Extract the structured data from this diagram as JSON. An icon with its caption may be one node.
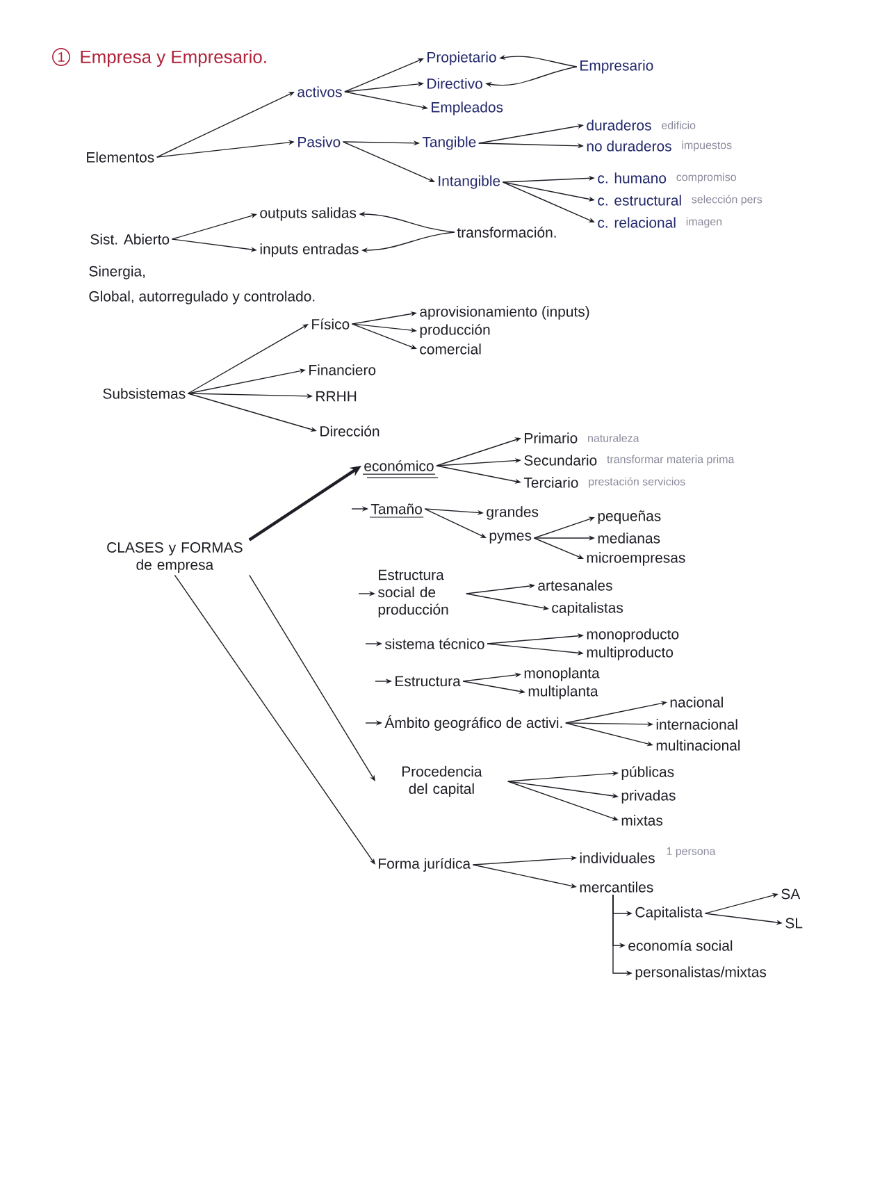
{
  "diagram": {
    "title": "Empresa y Empresario.",
    "nodes": [
      {
        "text": [
          "Elementos"
        ]
      },
      {
        "text": [
          "activos"
        ]
      },
      {
        "text": [
          "Pasivo"
        ]
      },
      {
        "text": [
          "Propietario"
        ]
      },
      {
        "text": [
          "Directivo"
        ]
      },
      {
        "text": [
          "Empleados"
        ]
      },
      {
        "text": [
          "Empresario"
        ]
      },
      {
        "text": [
          "Tangible"
        ]
      },
      {
        "text": [
          "Intangible"
        ]
      },
      {
        "text": [
          "duraderos"
        ],
        "beside": [
          "edificio"
        ]
      },
      {
        "text": [
          "no duraderos"
        ],
        "beside": [
          "impuestos"
        ]
      },
      {
        "text": [
          "c. humano"
        ],
        "beside": [
          "compromiso"
        ]
      },
      {
        "text": [
          "c. estructural"
        ],
        "beside": [
          "selección pers"
        ]
      },
      {
        "text": [
          "c. relacional"
        ],
        "beside": [
          "imagen"
        ]
      },
      {
        "text": [
          "Sist. Abierto"
        ]
      },
      {
        "text": [
          "outputs salidas"
        ]
      },
      {
        "text": [
          "inputs entradas"
        ]
      },
      {
        "text": [
          "transformación."
        ]
      },
      {
        "text": [
          "Subsistemas"
        ]
      },
      {
        "text": [
          "Físico"
        ]
      },
      {
        "text": [
          "aprovisionamiento (inputs)"
        ]
      },
      {
        "text": [
          "producción"
        ]
      },
      {
        "text": [
          "comercial"
        ]
      },
      {
        "text": [
          "Financiero"
        ]
      },
      {
        "text": [
          "RRHH"
        ]
      },
      {
        "text": [
          "Dirección"
        ]
      },
      {
        "text": [
          "CLASES y FORMAS de empresa"
        ]
      },
      {
        "text": [
          "económico"
        ]
      },
      {
        "text": [
          "Primario"
        ],
        "beside": [
          "naturaleza"
        ]
      },
      {
        "text": [
          "Secundario"
        ],
        "beside": [
          "transformar materia prima"
        ]
      },
      {
        "text": [
          "Terciario"
        ],
        "beside": [
          "prestación servicios"
        ]
      },
      {
        "text": [
          "Tamaño"
        ]
      },
      {
        "text": [
          "grandes"
        ]
      },
      {
        "text": [
          "pymes"
        ]
      },
      {
        "text": [
          "pequeñas"
        ]
      },
      {
        "text": [
          "medianas"
        ]
      },
      {
        "text": [
          "microempresas"
        ]
      },
      {
        "text": [
          "Estructura social de producción"
        ]
      },
      {
        "text": [
          "artesanales"
        ]
      },
      {
        "text": [
          "capitalistas"
        ]
      },
      {
        "text": [
          "sistema técnico"
        ]
      },
      {
        "text": [
          "monoproducto"
        ]
      },
      {
        "text": [
          "multiproducto"
        ]
      },
      {
        "text": [
          "Estructura"
        ]
      },
      {
        "text": [
          "monoplanta"
        ]
      },
      {
        "text": [
          "multiplanta"
        ]
      },
      {
        "text": [
          "Ámbito geográfico de activi."
        ]
      },
      {
        "text": [
          "nacional"
        ]
      },
      {
        "text": [
          "internacional"
        ]
      },
      {
        "text": [
          "multinacional"
        ]
      },
      {
        "text": [
          "Procedencia del capital"
        ]
      },
      {
        "text": [
          "públicas"
        ]
      },
      {
        "text": [
          "privadas"
        ]
      },
      {
        "text": [
          "mixtas"
        ]
      },
      {
        "text": [
          "Forma jurídica"
        ]
      },
      {
        "text": [
          "individuales"
        ],
        "beside": [
          "1 persona"
        ]
      },
      {
        "text": [
          "mercantiles"
        ]
      },
      {
        "text": [
          "Capitalista"
        ]
      },
      {
        "text": [
          "SA"
        ]
      },
      {
        "text": [
          "SL"
        ]
      },
      {
        "text": [
          "economía social"
        ]
      },
      {
        "text": [
          "personalistas/mixtas"
        ]
      }
    ],
    "edges": [
      {
        "from": 0,
        "to": 1,
        "arrow": "to"
      },
      {
        "from": 0,
        "to": 2,
        "arrow": "to"
      },
      {
        "from": 1,
        "to": 3,
        "arrow": "to"
      },
      {
        "from": 1,
        "to": 4,
        "arrow": "to"
      },
      {
        "from": 1,
        "to": 5,
        "arrow": "to"
      },
      {
        "from": 6,
        "to": 3,
        "arrow": "to"
      },
      {
        "from": 6,
        "to": 4,
        "arrow": "to"
      },
      {
        "from": 2,
        "to": 7,
        "arrow": "to"
      },
      {
        "from": 2,
        "to": 8,
        "arrow": "to"
      },
      {
        "from": 7,
        "to": 9,
        "arrow": "to"
      },
      {
        "from": 7,
        "to": 10,
        "arrow": "to"
      },
      {
        "from": 8,
        "to": 11,
        "arrow": "to"
      },
      {
        "from": 8,
        "to": 12,
        "arrow": "to"
      },
      {
        "from": 8,
        "to": 13,
        "arrow": "to"
      },
      {
        "from": 14,
        "to": 15,
        "arrow": "to"
      },
      {
        "from": 14,
        "to": 16,
        "arrow": "to"
      },
      {
        "from": 17,
        "to": 15,
        "arrow": "to"
      },
      {
        "from": 17,
        "to": 16,
        "arrow": "to"
      },
      {
        "from": 18,
        "to": 19,
        "arrow": "to"
      },
      {
        "from": 18,
        "to": 23,
        "arrow": "to"
      },
      {
        "from": 18,
        "to": 24,
        "arrow": "to"
      },
      {
        "from": 18,
        "to": 25,
        "arrow": "to"
      },
      {
        "from": 19,
        "to": 20,
        "arrow": "to"
      },
      {
        "from": 19,
        "to": 21,
        "arrow": "to"
      },
      {
        "from": 19,
        "to": 22,
        "arrow": "to"
      },
      {
        "from": 26,
        "to": 27,
        "arrow": "to",
        "style": "thick"
      },
      {
        "from": 27,
        "to": 28,
        "arrow": "to"
      },
      {
        "from": 27,
        "to": 29,
        "arrow": "to"
      },
      {
        "from": 27,
        "to": 30,
        "arrow": "to"
      },
      {
        "from": null,
        "to": 31,
        "arrow": "to"
      },
      {
        "from": 31,
        "to": 32,
        "arrow": "to"
      },
      {
        "from": 31,
        "to": 33,
        "arrow": "to"
      },
      {
        "from": 33,
        "to": 34,
        "arrow": "to"
      },
      {
        "from": 33,
        "to": 35,
        "arrow": "to"
      },
      {
        "from": 33,
        "to": 36,
        "arrow": "to"
      },
      {
        "from": null,
        "to": 37,
        "arrow": "to"
      },
      {
        "from": 37,
        "to": 38,
        "arrow": "to"
      },
      {
        "from": 37,
        "to": 39,
        "arrow": "to"
      },
      {
        "from": null,
        "to": 40,
        "arrow": "to"
      },
      {
        "from": 40,
        "to": 41,
        "arrow": "to"
      },
      {
        "from": 40,
        "to": 42,
        "arrow": "to"
      },
      {
        "from": null,
        "to": 43,
        "arrow": "to"
      },
      {
        "from": 43,
        "to": 44,
        "arrow": "to"
      },
      {
        "from": 43,
        "to": 45,
        "arrow": "to"
      },
      {
        "from": null,
        "to": 46,
        "arrow": "to"
      },
      {
        "from": 46,
        "to": 47,
        "arrow": "to"
      },
      {
        "from": 46,
        "to": 48,
        "arrow": "to"
      },
      {
        "from": 46,
        "to": 49,
        "arrow": "to"
      },
      {
        "from": 26,
        "to": 50,
        "arrow": "to"
      },
      {
        "from": 50,
        "to": 51,
        "arrow": "to"
      },
      {
        "from": 50,
        "to": 52,
        "arrow": "to"
      },
      {
        "from": 50,
        "to": 53,
        "arrow": "to"
      },
      {
        "from": 26,
        "to": 54,
        "arrow": "to"
      },
      {
        "from": 54,
        "to": 55,
        "arrow": "to"
      },
      {
        "from": 54,
        "to": 56,
        "arrow": "to"
      },
      {
        "from": 56,
        "to": 57,
        "arrow": "to"
      },
      {
        "from": 56,
        "to": 60,
        "arrow": "to"
      },
      {
        "from": 56,
        "to": 61,
        "arrow": "to"
      },
      {
        "from": 57,
        "to": 58,
        "arrow": "to"
      },
      {
        "from": 57,
        "to": 59,
        "arrow": "to"
      }
    ],
    "labels": [
      "1",
      "Sinergia,",
      "Global, autorregulado y controlado."
    ]
  }
}
